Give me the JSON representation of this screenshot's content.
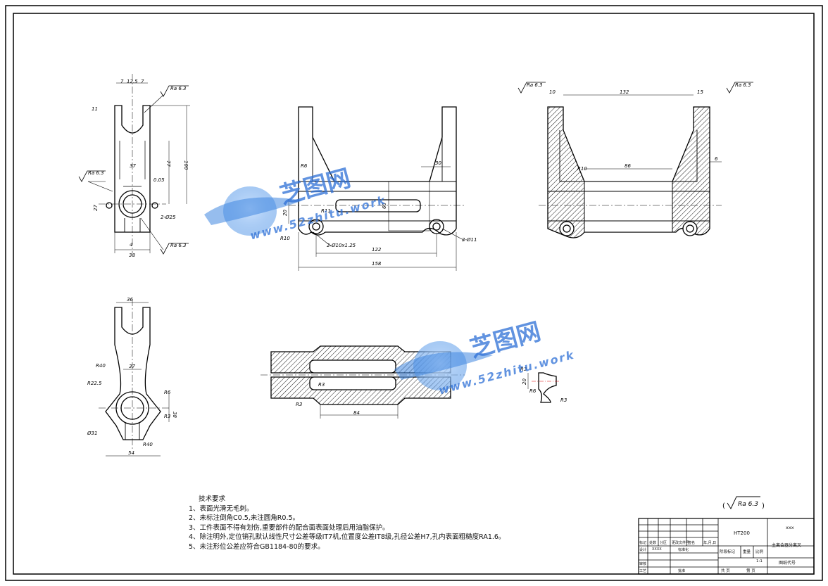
{
  "watermark": {
    "logo_text": "芝图网",
    "url_text": "www.52zhitu.work",
    "color": "#2d6fd6"
  },
  "roughness": {
    "ra_6_3": "Ra 6.3",
    "general_mark": "Ra 6.3"
  },
  "dimensions": {
    "left_top_width": "7",
    "left_top_mid": "12.5",
    "left_top_right": "7",
    "left_slot": "11",
    "left_height_100": "100",
    "left_height_77": "77",
    "left_37": "37",
    "left_bore": "2-Ø25",
    "left_27": "27",
    "left_4": "4",
    "left_38": "38",
    "left_tol": "0.05",
    "mid_r6": "R6",
    "mid_30": "30",
    "mid_r11": "R11",
    "mid_20": "20",
    "mid_r10": "R10",
    "mid_hole_tapped": "2-Ø10x1.25",
    "mid_hole_11": "2-Ø11",
    "mid_122": "122",
    "mid_158": "158",
    "mid_60": "60",
    "right_10": "10",
    "right_132": "132",
    "right_15": "15",
    "right_86": "86",
    "right_r10": "R10",
    "right_6": "6",
    "bl_36": "36",
    "bl_r40_top": "R40",
    "bl_37": "37",
    "bl_r22": "R22.5",
    "bl_r6": "R6",
    "bl_38": "38",
    "bl_r3": "R3",
    "bl_31": "Ø31",
    "bl_r40_bot": "R40",
    "bl_54": "54",
    "sec_r3a": "R3",
    "sec_r3b": "R3",
    "sec_84": "84",
    "det_r3a": "R3",
    "det_20": "20",
    "det_r6": "R6",
    "det_r3b": "R3"
  },
  "notes": {
    "heading": "技术要求",
    "items": [
      "1、表面光滑无毛刺。",
      "2、未标注倒角C0.5,未注圆角R0.5。",
      "3、工件表面不得有划伤,重要部件的配合面表面处理后用油脂保护。",
      "4、除注明外,定位销孔默认线性尺寸公差等级IT7机,位置度公差IT8级,孔径公差H7,孔内表面粗糙度RA1.6。",
      "5、未注形位公差应符合GB1184-80的要求。"
    ]
  },
  "title_block": {
    "material": "HT200",
    "company": "xxx",
    "part_name": "主离合器分离叉",
    "drawing_no_label": "图纸代号",
    "stage_label": "阶段标记",
    "weight_label": "重量",
    "scale_label": "比例",
    "scale_value": "1:1",
    "designer_label": "设计",
    "designer_value": "XXXX",
    "standard_label": "标准化",
    "review_label": "审核",
    "process_label": "工艺",
    "approve_label": "批准",
    "mark_label": "标记",
    "count_label": "处数",
    "zone_label": "分区",
    "change_label": "更改文件号",
    "sign_label": "签名",
    "date_label": "年,月,日",
    "sheet_total": "共 页",
    "sheet_no": "第 页"
  }
}
